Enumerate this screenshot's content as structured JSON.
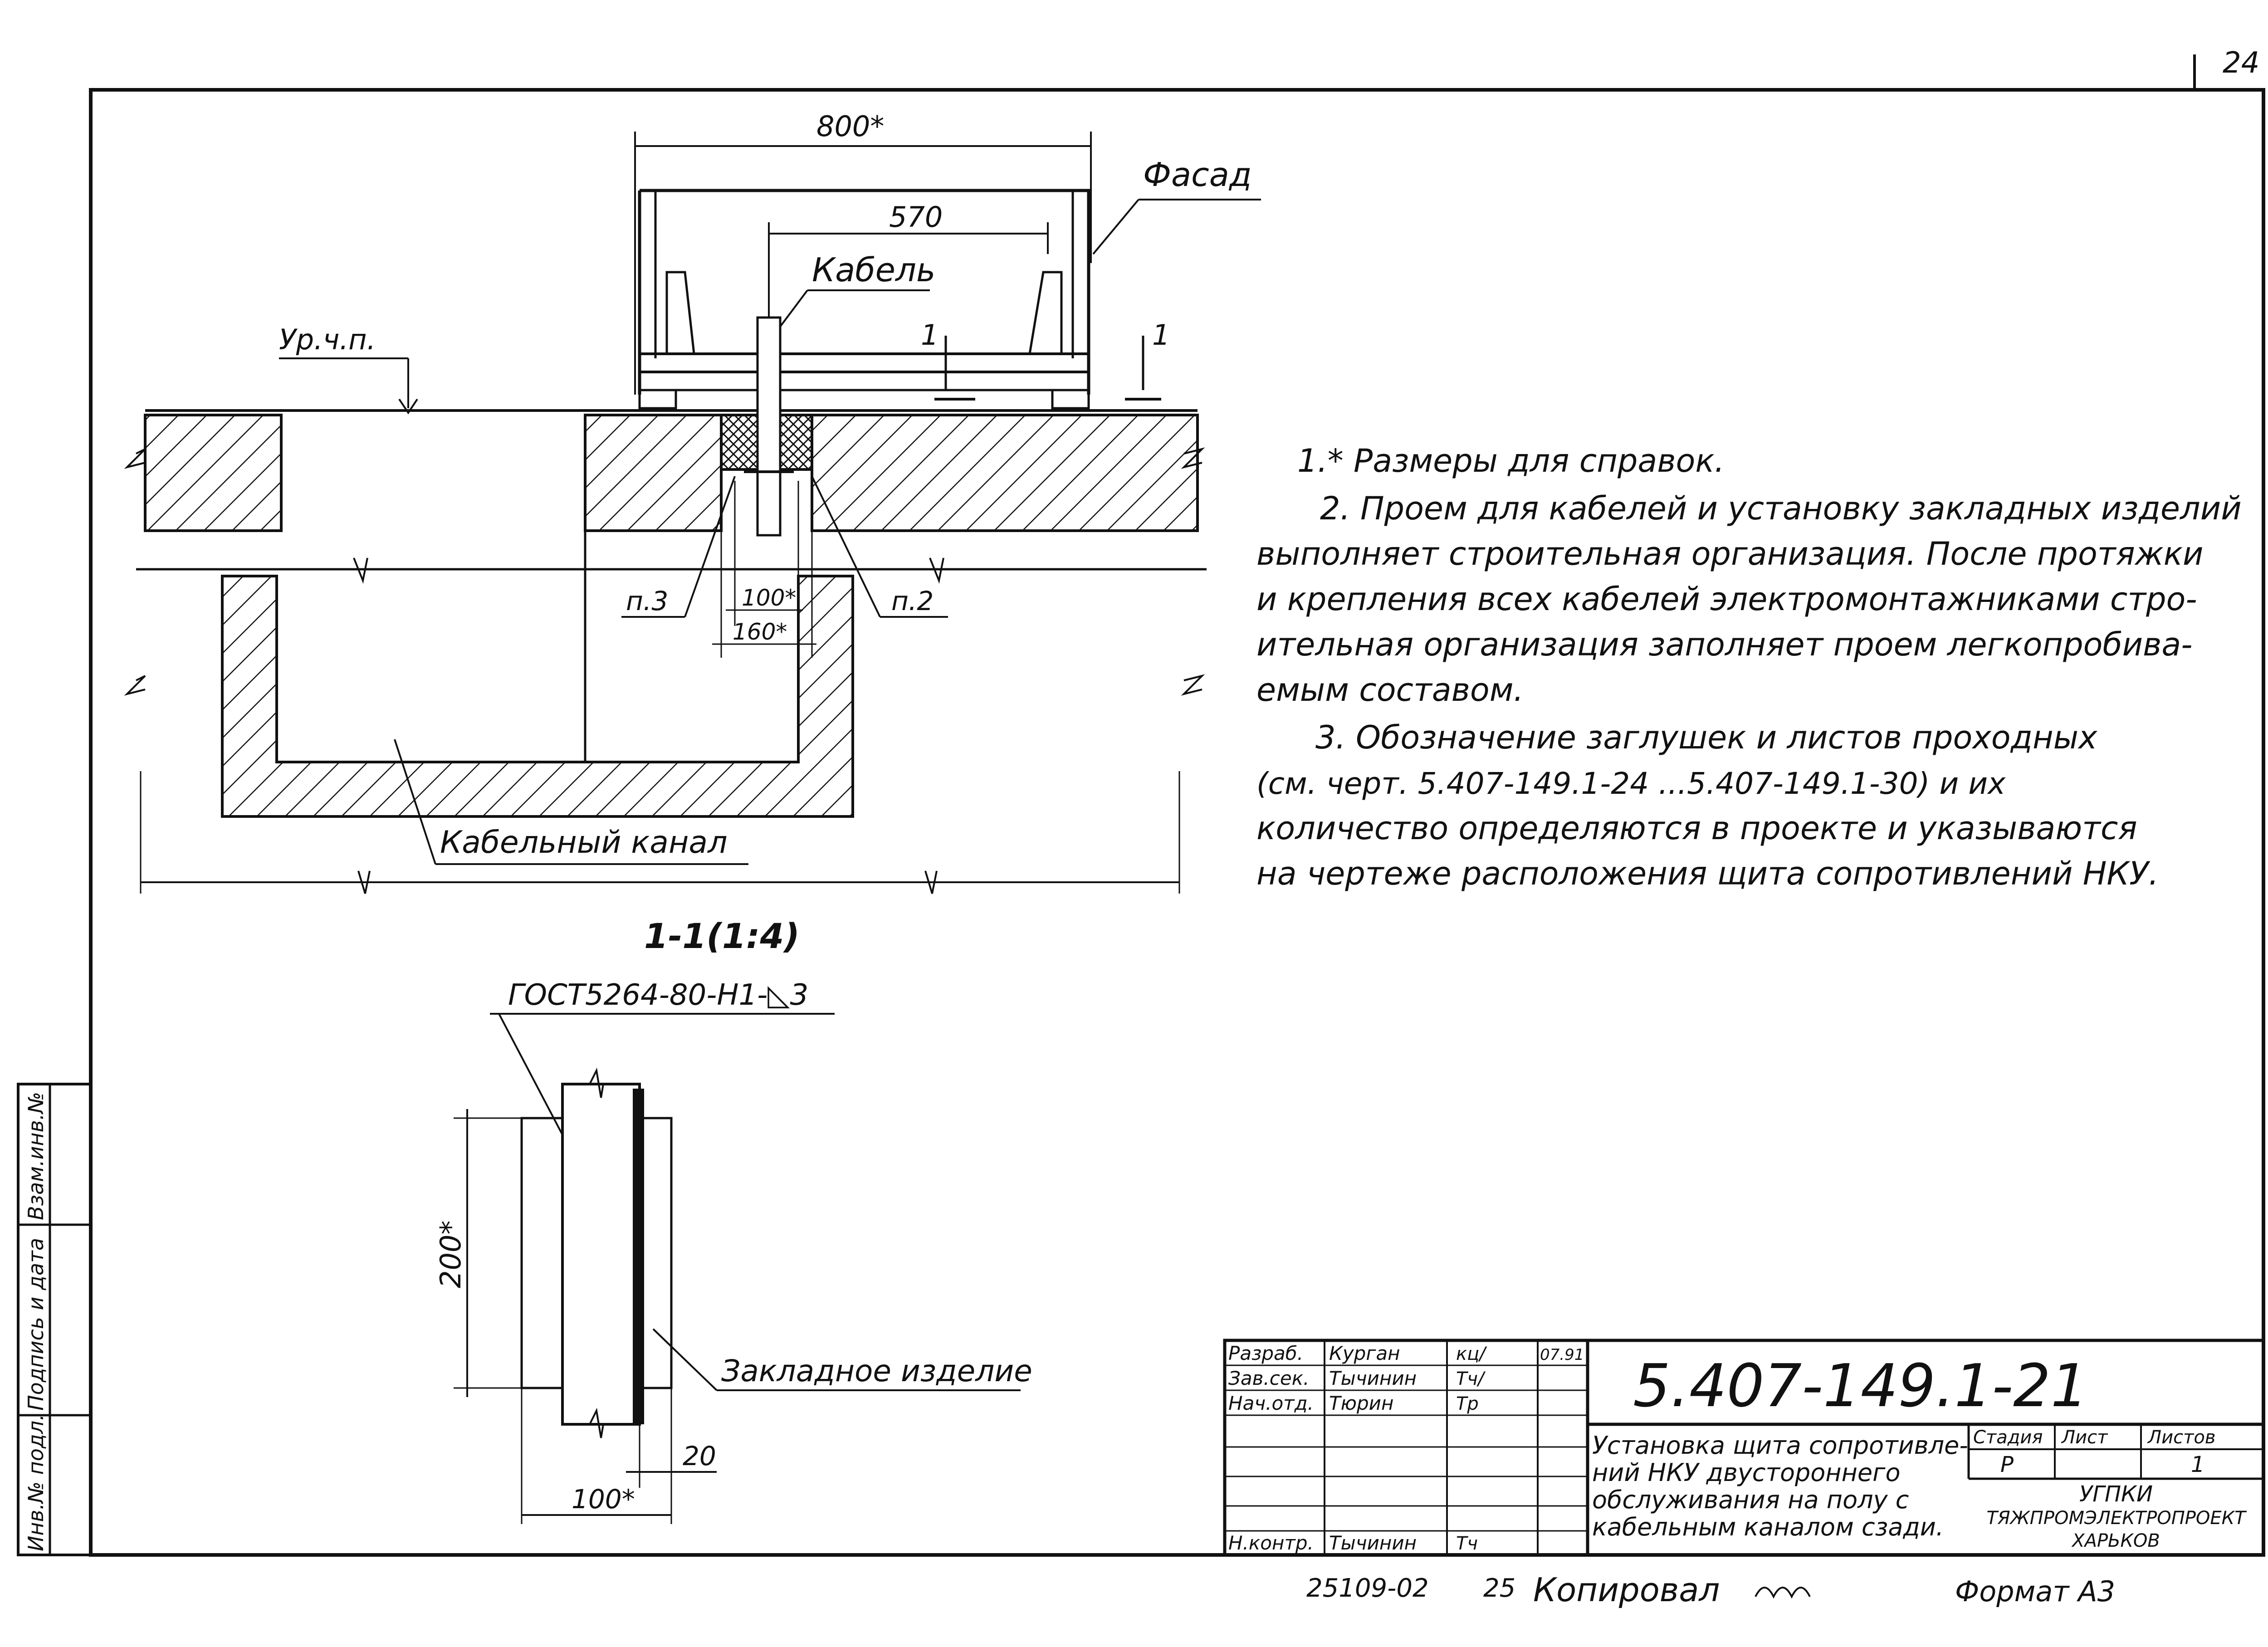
{
  "sheet": {
    "page_number": "24",
    "copied_by_label": "Копировал",
    "archive_number": "25109-02",
    "archive_suffix": "25",
    "format_label": "Формат А3"
  },
  "section": {
    "dim_800": "800*",
    "dim_570": "570",
    "facade_label": "Фасад",
    "cable_label": "Кабель",
    "floor_level_label": "Ур.ч.п.",
    "cut_mark": "1",
    "item_p3": "п.3",
    "item_p2": "п.2",
    "dim_100": "100*",
    "dim_160": "160*",
    "cable_channel_label": "Кабельный канал",
    "section_title": "1-1(1:4)"
  },
  "detail": {
    "weld_callout": "ГОСТ5264-80-Н1-◺3",
    "dim_200": "200*",
    "embedded_label": "Закладное изделие",
    "dim_20": "20",
    "dim_100": "100*"
  },
  "notes": [
    "1.* Размеры для справок.",
    "2. Проем для кабелей и установку закладных изделий",
    "выполняет строительная организация. После протяжки",
    "и крепления всех кабелей электромонтажниками стро-",
    "ительная организация заполняет проем легкопробива-",
    "емым составом.",
    "3. Обозначение заглушек и листов проходных",
    "(см. черт. 5.407-149.1-24 ...5.407-149.1-30)  и их",
    "количество определяются в проекте и указываются",
    "на чертеже расположения щита сопротивлений НКУ."
  ],
  "title_block": {
    "document_code": "5.407-149.1-21",
    "rows": [
      {
        "role": "Разраб.",
        "name": "Курган",
        "sign": "кц/",
        "date": "07.91"
      },
      {
        "role": "Зав.сек.",
        "name": "Тычинин",
        "sign": "Тч/",
        "date": ""
      },
      {
        "role": "Нач.отд.",
        "name": "Тюрин",
        "sign": "Тр",
        "date": ""
      },
      {
        "role": "Н.контр.",
        "name": "Тычинин",
        "sign": "Тч",
        "date": ""
      }
    ],
    "title_lines": [
      "Установка щита сопротивле-",
      "ний НКУ двустороннего",
      "обслуживания на полу с",
      "кабельным каналом сзади."
    ],
    "stage_header": "Стадия",
    "sheet_header": "Лист",
    "sheets_header": "Листов",
    "stage_value": "Р",
    "sheet_value": "",
    "sheets_value": "1",
    "org_lines": [
      "УГПКИ",
      "ТЯЖПРОМЭЛЕКТРОПРОЕКТ",
      "ХАРЬКОВ"
    ]
  },
  "side_stamp": {
    "cells": [
      "Инв.№ подл.",
      "Подпись и дата",
      "Взам.инв.№"
    ]
  }
}
